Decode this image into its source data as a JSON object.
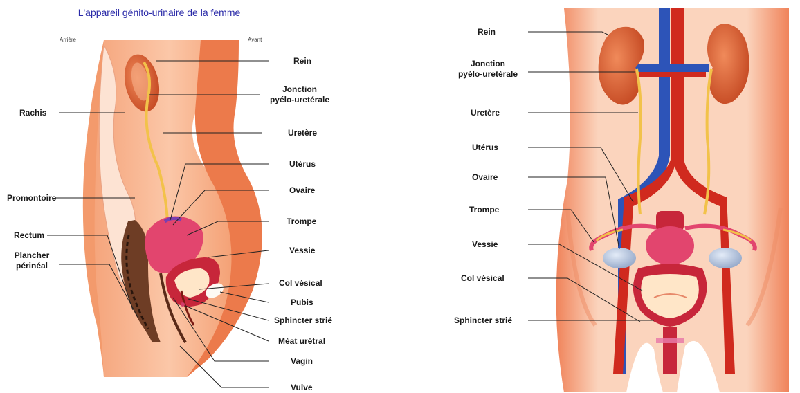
{
  "left": {
    "title": "L'appareil génito-urinaire de la femme",
    "back_label": "Arrière",
    "front_label": "Avant",
    "labels": {
      "rachis": "Rachis",
      "promontoire": "Promontoire",
      "rectum": "Rectum",
      "plancher": [
        "Plancher",
        "périnéal"
      ],
      "rein": "Rein",
      "jonction": [
        "Jonction",
        "pyélo-uretérale"
      ],
      "uretere": "Uretère",
      "uterus": "Utérus",
      "ovaire": "Ovaire",
      "trompe": "Trompe",
      "vessie": "Vessie",
      "col": "Col vésical",
      "pubis": "Pubis",
      "sphincter": "Sphincter strié",
      "meat": "Méat urétral",
      "vagin": "Vagin",
      "vulve": "Vulve"
    }
  },
  "right": {
    "labels": {
      "rein": "Rein",
      "jonction": [
        "Jonction",
        "pyélo-uretérale"
      ],
      "uretere": "Uretère",
      "uterus": "Utérus",
      "ovaire": "Ovaire",
      "trompe": "Trompe",
      "vessie": "Vessie",
      "col": "Col vésical",
      "sphincter": "Sphincter strié"
    }
  },
  "colors": {
    "skin_light": "#fbd9c4",
    "skin_mid": "#f4a27a",
    "skin_dark": "#e8703f",
    "kidney": "#d9582e",
    "artery": "#d02a1e",
    "vein": "#2d54b8",
    "ureter": "#f2c24a",
    "uterus": "#e2456e",
    "bladder": "#c7263a",
    "ovary": "#b8c8e0",
    "title": "#2a2aa8"
  }
}
